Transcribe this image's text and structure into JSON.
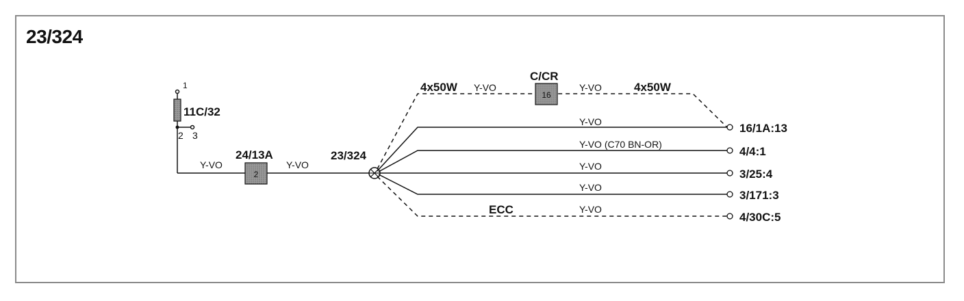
{
  "diagram": {
    "title": "23/324",
    "fuse": {
      "label": "11C/32",
      "pin_top": "1",
      "pin_left": "2",
      "pin_right": "3"
    },
    "connector_left": {
      "label": "24/13A",
      "pin": "2",
      "wire_in": "Y-VO",
      "wire_out": "Y-VO"
    },
    "splice": {
      "label": "23/324"
    },
    "connector_ccr": {
      "label": "C/CR",
      "pin": "16"
    },
    "top_branch": {
      "label_left": "4x50W",
      "wire_left": "Y-VO",
      "wire_right": "Y-VO",
      "label_right": "4x50W"
    },
    "branches": [
      {
        "wire": "Y-VO",
        "terminal": "16/1A:13"
      },
      {
        "wire": "Y-VO (C70 BN-OR)",
        "terminal": "4/4:1"
      },
      {
        "wire": "Y-VO",
        "terminal": "3/25:4"
      },
      {
        "wire": "Y-VO",
        "terminal": "3/171:3"
      },
      {
        "wire": "Y-VO",
        "terminal": "4/30C:5",
        "label": "ECC"
      }
    ]
  },
  "colors": {
    "line": "#111111",
    "box_fill": "#8c8c8c",
    "frame": "#8a8a8a"
  }
}
